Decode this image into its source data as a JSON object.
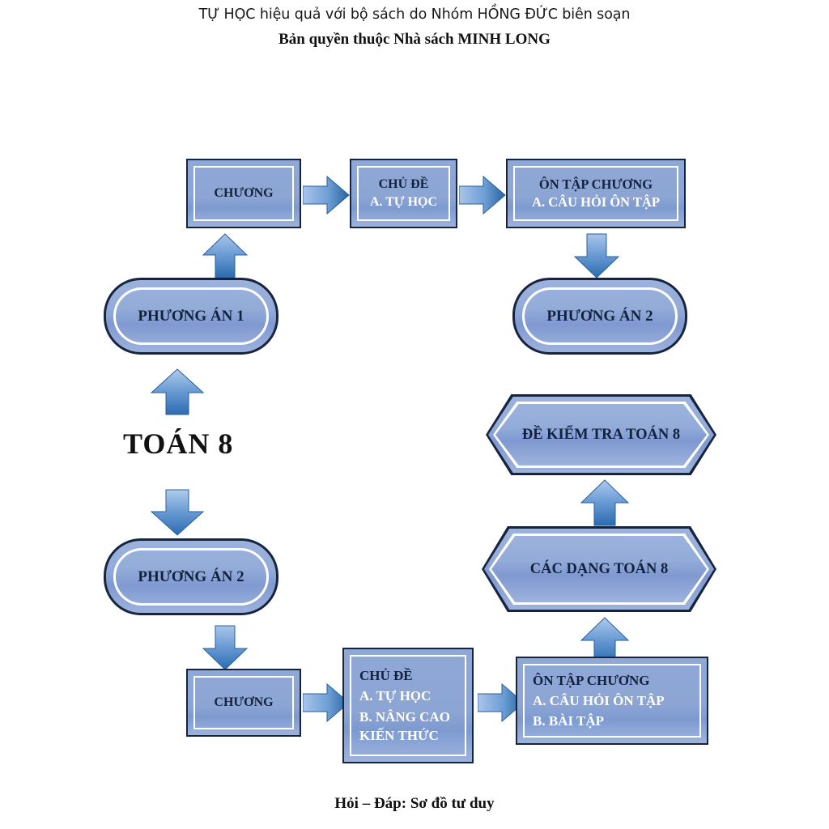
{
  "header": {
    "line1": "TỰ HỌC hiệu quả với bộ sách do Nhóm HỒNG ĐỨC biên soạn",
    "line2": "Bản quyền thuộc Nhà sách MINH LONG"
  },
  "footer": {
    "caption": "Hỏi – Đáp: Sơ đồ tư duy"
  },
  "diagram": {
    "center_label": "TOÁN 8",
    "top_row": {
      "chuong": "CHƯƠNG",
      "chude_title": "CHỦ ĐỀ",
      "chude_a": "A. TỰ HỌC",
      "ontap_title": "ÔN TẬP CHƯƠNG",
      "ontap_a": "A. CÂU HỎI ÔN TẬP"
    },
    "options": {
      "phuong_an_1": "PHƯƠNG ÁN 1",
      "phuong_an_2_right": "PHƯƠNG ÁN 2",
      "phuong_an_2_left": "PHƯƠNG ÁN 2"
    },
    "octagons": {
      "de_kiem_tra": "ĐỀ KIỂM TRA TOÁN 8",
      "cac_dang": "CÁC DẠNG TOÁN 8"
    },
    "bottom_row": {
      "chuong": "CHƯƠNG",
      "chude_title": "CHỦ ĐỀ",
      "chude_a": "A. TỰ HỌC",
      "chude_b1": "B. NÂNG CAO",
      "chude_b2": "KIẾN THỨC",
      "ontap_title": "ÔN TẬP CHƯƠNG",
      "ontap_a": "A. CÂU HỎI ÔN TẬP",
      "ontap_b": "B. BÀI TẬP"
    }
  },
  "colors": {
    "box_fill": "#8ca5d4",
    "box_border": "#16243d",
    "inner_border": "#ffffff",
    "arrow_light": "#a8c4e8",
    "arrow_dark": "#2f6bb5",
    "text_dark": "#13223c",
    "text_white": "#ffffff",
    "page_bg": "#ffffff"
  }
}
